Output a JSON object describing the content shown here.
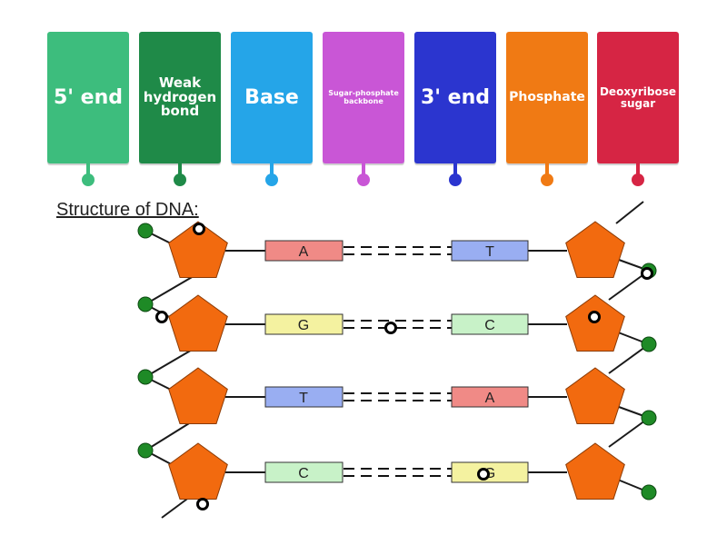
{
  "cards": [
    {
      "label": "5' end",
      "color": "#3dbd7d"
    },
    {
      "label": "Weak hydrogen bond",
      "color": "#1f8a48"
    },
    {
      "label": "Base",
      "color": "#25a5e8"
    },
    {
      "label": "Sugar-phosphate backbone",
      "color": "#c956d6"
    },
    {
      "label": "3' end",
      "color": "#2b35cf"
    },
    {
      "label": "Phosphate",
      "color": "#f07a14"
    },
    {
      "label": "Deoxyribose sugar",
      "color": "#d62544"
    }
  ],
  "diagram": {
    "title": "Structure of DNA:",
    "rows": [
      {
        "left": "A",
        "right": "T"
      },
      {
        "left": "G",
        "right": "C"
      },
      {
        "left": "T",
        "right": "A"
      },
      {
        "left": "C",
        "right": "G"
      }
    ],
    "colors": {
      "sugar": "#f26a0f",
      "phosphate": "#1e8a26",
      "A": "#f08a86",
      "T": "#99aef2",
      "G": "#f4f2a0",
      "C": "#c8f2c8"
    }
  }
}
